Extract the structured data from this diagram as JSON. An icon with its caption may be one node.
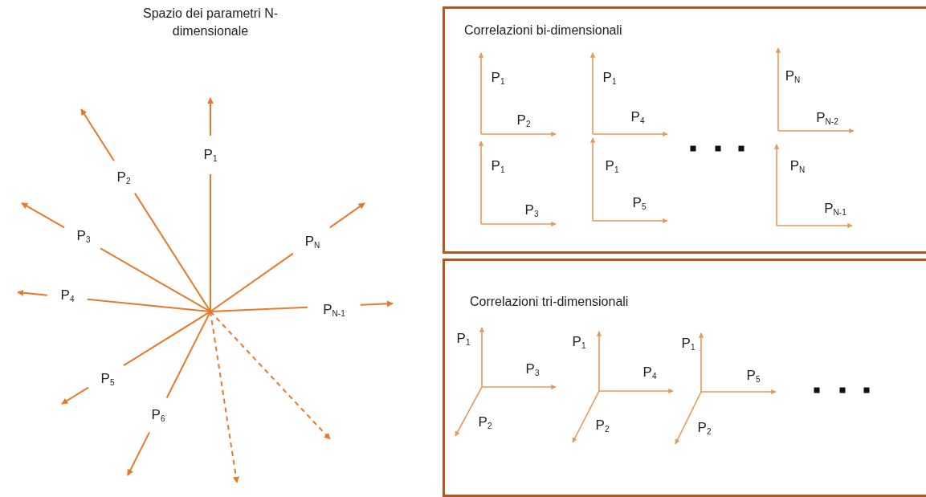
{
  "diagram": {
    "title": "Spazio dei parametri N-dimensionale",
    "nodes": [
      {
        "text": [
          "Correlazioni bi-dimensionali"
        ]
      },
      {
        "text": [
          "Correlazioni tri-dimensionali"
        ]
      }
    ],
    "labels": [
      "P$_{1}$",
      "P$_{2}$",
      "P$_{3}$",
      "P$_{N}$",
      "P$_{4}$",
      "P$_{N-1}$",
      "P$_{5}$",
      "P$_{6}$",
      "P$_{1}$",
      "P$_{2}$",
      "P$_{1}$",
      "P$_{4}$",
      "P$_{N}$",
      "P$_{N-2}$",
      "P$_{1}$",
      "P$_{3}$",
      "P$_{1}$",
      "P$_{5}$",
      "P$_{N}$",
      "P$_{N-1}$",
      "P$_{1}$",
      "P$_{3}$",
      "P$_{2}$",
      "P$_{1}$",
      "P$_{4}$",
      "P$_{2}$",
      "P$_{1}$",
      "P$_{5}$",
      "P$_{2}$"
    ]
  }
}
